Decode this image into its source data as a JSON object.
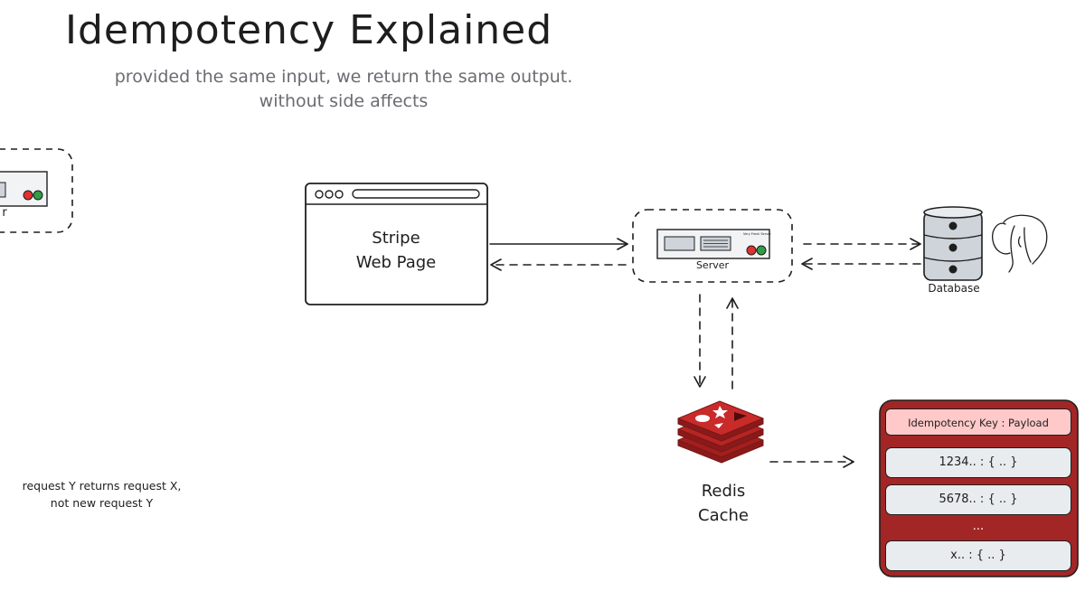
{
  "title": "Idempotency Explained",
  "subtitle": {
    "line1": "provided the same input, we return the same output.",
    "line2": "without side affects"
  },
  "nodes": {
    "stripe": {
      "line1": "Stripe",
      "line2": "Web Page"
    },
    "server": {
      "label": "Server",
      "tag": "Very Fresh Server"
    },
    "database": {
      "label": "Database"
    },
    "redis": {
      "line1": "Redis",
      "line2": "Cache"
    },
    "cut_off_label": "r"
  },
  "note": {
    "line1": "request Y returns request X,",
    "line2": "not new request Y"
  },
  "cache_table": {
    "header": "Idempotency Key : Payload",
    "rows": [
      "1234.. : { .. }",
      "5678.. : { .. }"
    ],
    "ellipsis": "...",
    "last_row": "x.. : { .. }"
  },
  "colors": {
    "stroke": "#1e1e1e",
    "subtitle": "#6b6b72",
    "redis_red": "#c92a2a",
    "table_bg": "#a32626",
    "table_header": "#ffc9c9",
    "table_row": "#e9ecef",
    "server_red": "#e03131",
    "server_green": "#2f9e44",
    "db_gray": "#ced4da"
  }
}
